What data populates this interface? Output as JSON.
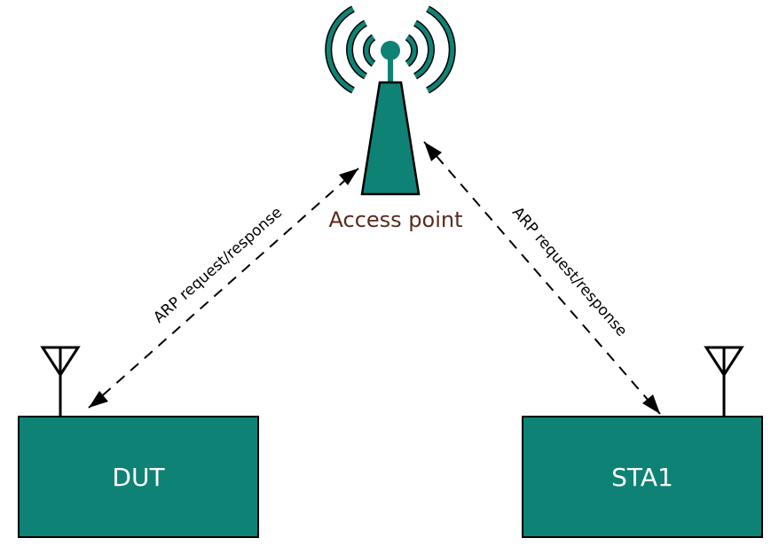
{
  "colors": {
    "node_fill": "#0E8275",
    "stroke": "#000000",
    "ap_label": "#5A2A1E",
    "node_text": "#ffffff"
  },
  "access_point": {
    "label": "Access point",
    "icon": "access-point-tower-icon"
  },
  "nodes": [
    {
      "id": "dut",
      "label": "DUT",
      "icon": "antenna-icon"
    },
    {
      "id": "sta1",
      "label": "STA1",
      "icon": "antenna-icon"
    }
  ],
  "links": [
    {
      "from": "dut",
      "to": "access_point",
      "label": "ARP request/response",
      "style": "dashed",
      "arrows": "both"
    },
    {
      "from": "access_point",
      "to": "sta1",
      "label": "ARP request/response",
      "style": "dashed",
      "arrows": "both"
    }
  ]
}
